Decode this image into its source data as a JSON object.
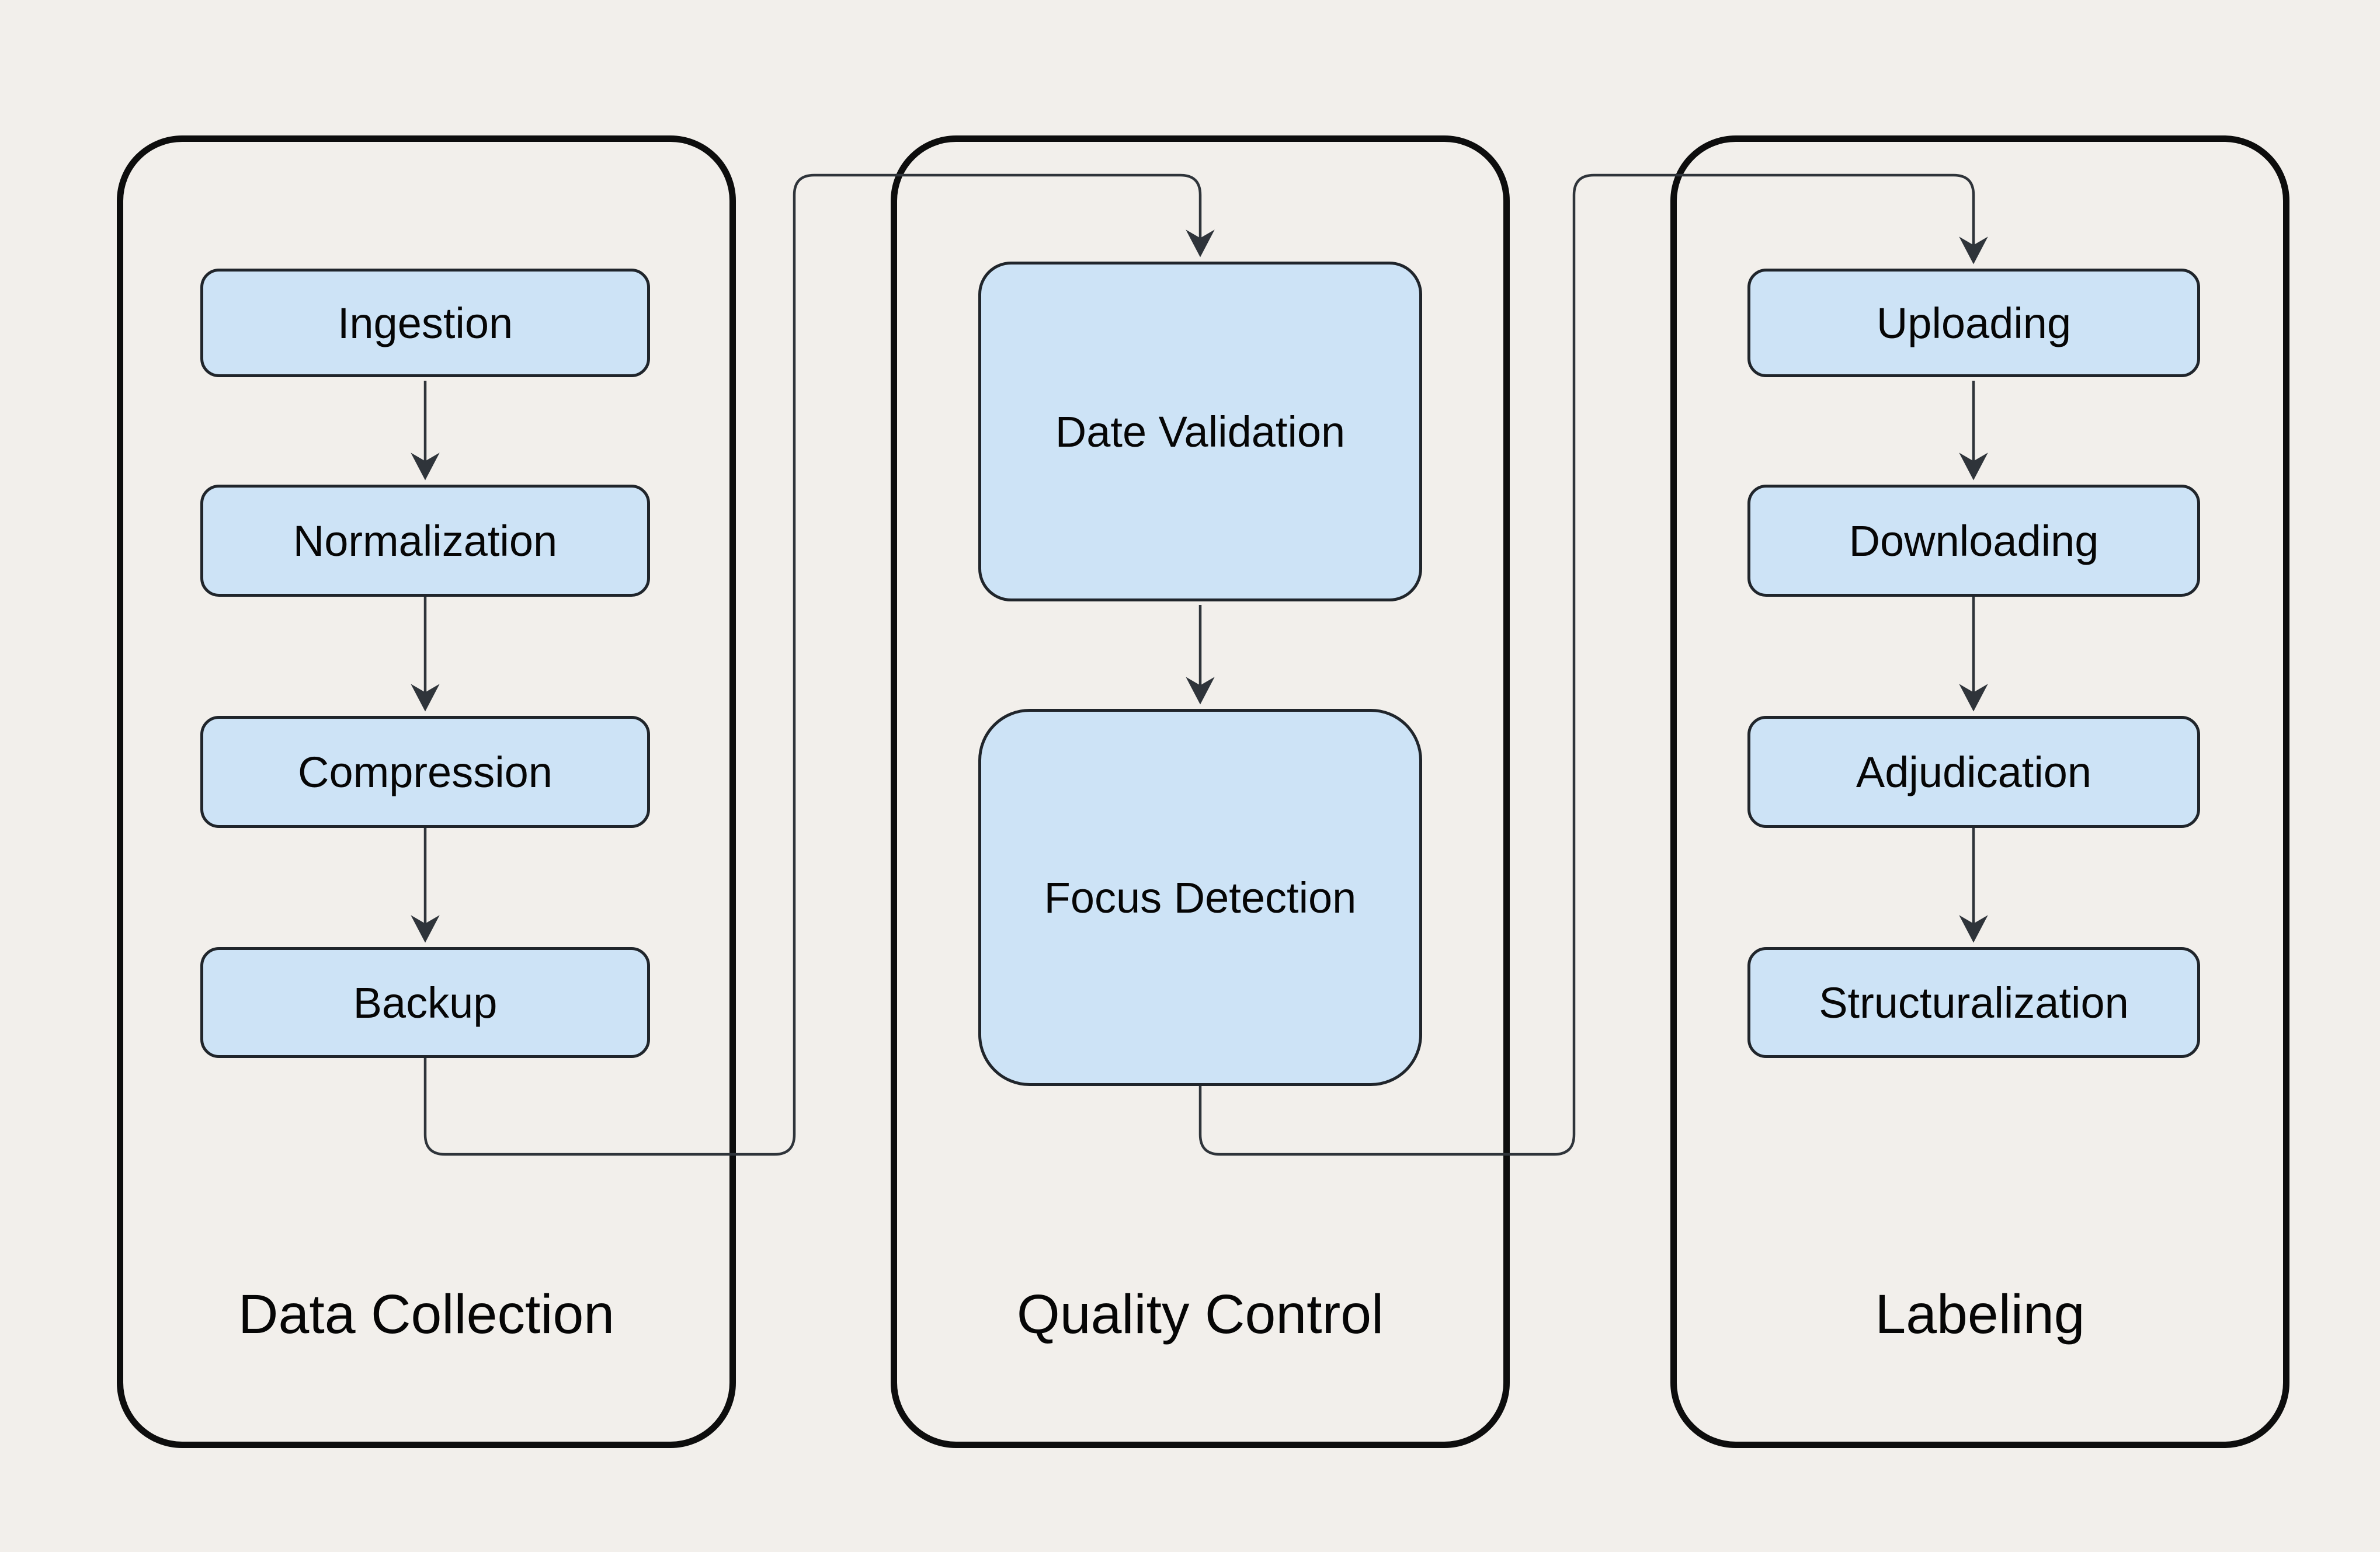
{
  "diagram": {
    "colors": {
      "background": "#f2efeb",
      "node_fill": "#cde3f6",
      "node_border": "#20252b",
      "container_border": "#0d0d0d",
      "connector": "#2f343a",
      "text": "#060606"
    },
    "columns": [
      {
        "label": "Data Collection",
        "nodes": [
          "Ingestion",
          "Normalization",
          "Compression",
          "Backup"
        ]
      },
      {
        "label": "Quality Control",
        "nodes": [
          "Date Validation",
          "Focus Detection"
        ]
      },
      {
        "label": "Labeling",
        "nodes": [
          "Uploading",
          "Downloading",
          "Adjudication",
          "Structuralization"
        ]
      }
    ]
  }
}
